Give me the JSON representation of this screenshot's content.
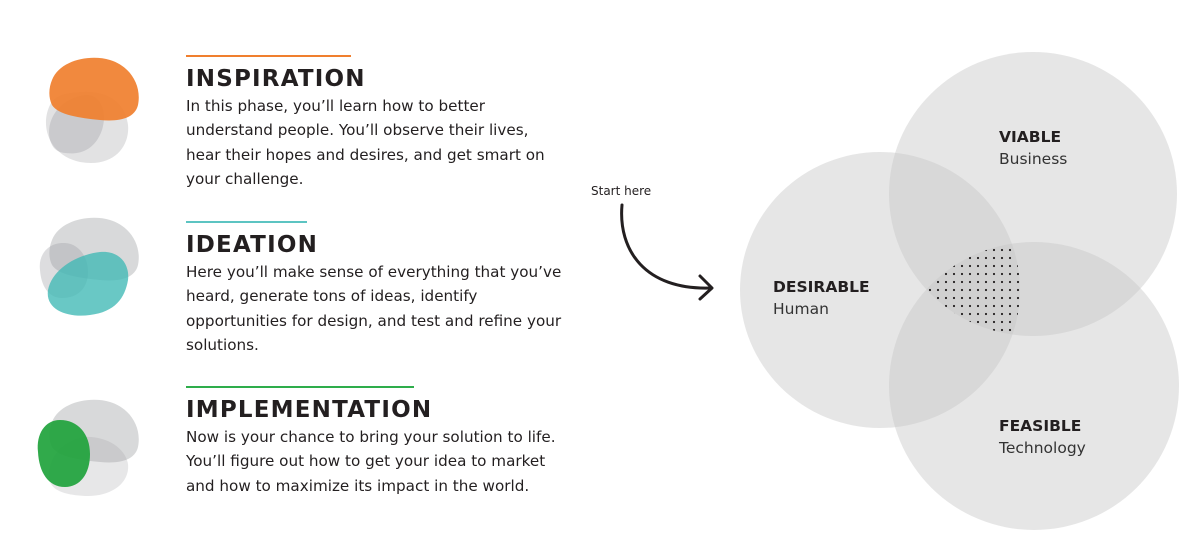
{
  "phases": [
    {
      "title": "INSPIRATION",
      "color": "#f07f2e",
      "body": "In this phase, you’ll learn how to better understand people. You’ll observe their lives, hear their hopes and desires, and get smart on your challenge."
    },
    {
      "title": "IDEATION",
      "color": "#5cc4c2",
      "body": "Here you’ll make sense of everything that you’ve heard, generate tons of ideas, identify opportunities for design, and test and refine your solutions."
    },
    {
      "title": "IMPLEMENTATION",
      "color": "#2ead4b",
      "body": "Now is your chance to bring your solution to life. You’ll figure out how to get your idea to market and how to maximize its impact in the world."
    }
  ],
  "start_label": "Start here",
  "venn": {
    "circles": [
      {
        "title": "DESIRABLE",
        "subtitle": "Human"
      },
      {
        "title": "VIABLE",
        "subtitle": "Business"
      },
      {
        "title": "FEASIBLE",
        "subtitle": "Technology"
      }
    ],
    "circle_color": "#e6e6e6",
    "overlap_pattern": "dotted"
  }
}
